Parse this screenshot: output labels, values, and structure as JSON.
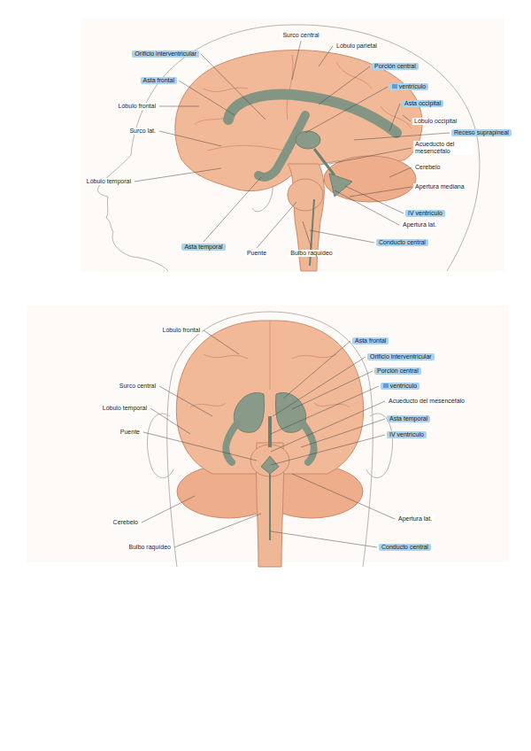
{
  "diagram": {
    "labels": [
      "Surco central",
      "Lóbulo parietal",
      "Orificio interventricular",
      "Porción central",
      "Asta frontal",
      "III ventrículo",
      "Lóbulo frontal",
      "Asta occipital",
      "Lóbulo occipital",
      "Surco lat.",
      "Receso suprapineal",
      "Acueducto del mesencéfalo",
      "Lóbulo temporal",
      "Cerebelo",
      "Apertura mediana",
      "IV ventrículo",
      "Apertura lat.",
      "Conducto central",
      "Asta temporal",
      "Puente",
      "Bulbo raquídeo",
      "Lóbulo frontal",
      "Asta frontal",
      "Orificio interventricular",
      "Porción central",
      "III ventrículo",
      "Surco central",
      "Acueducto del mesencéfalo",
      "Lóbulo temporal",
      "Asta temporal",
      "IV ventrículo",
      "Puente",
      "Apertura lat.",
      "Cerebelo",
      "Bulbo raquídeo",
      "Conducto central"
    ]
  }
}
